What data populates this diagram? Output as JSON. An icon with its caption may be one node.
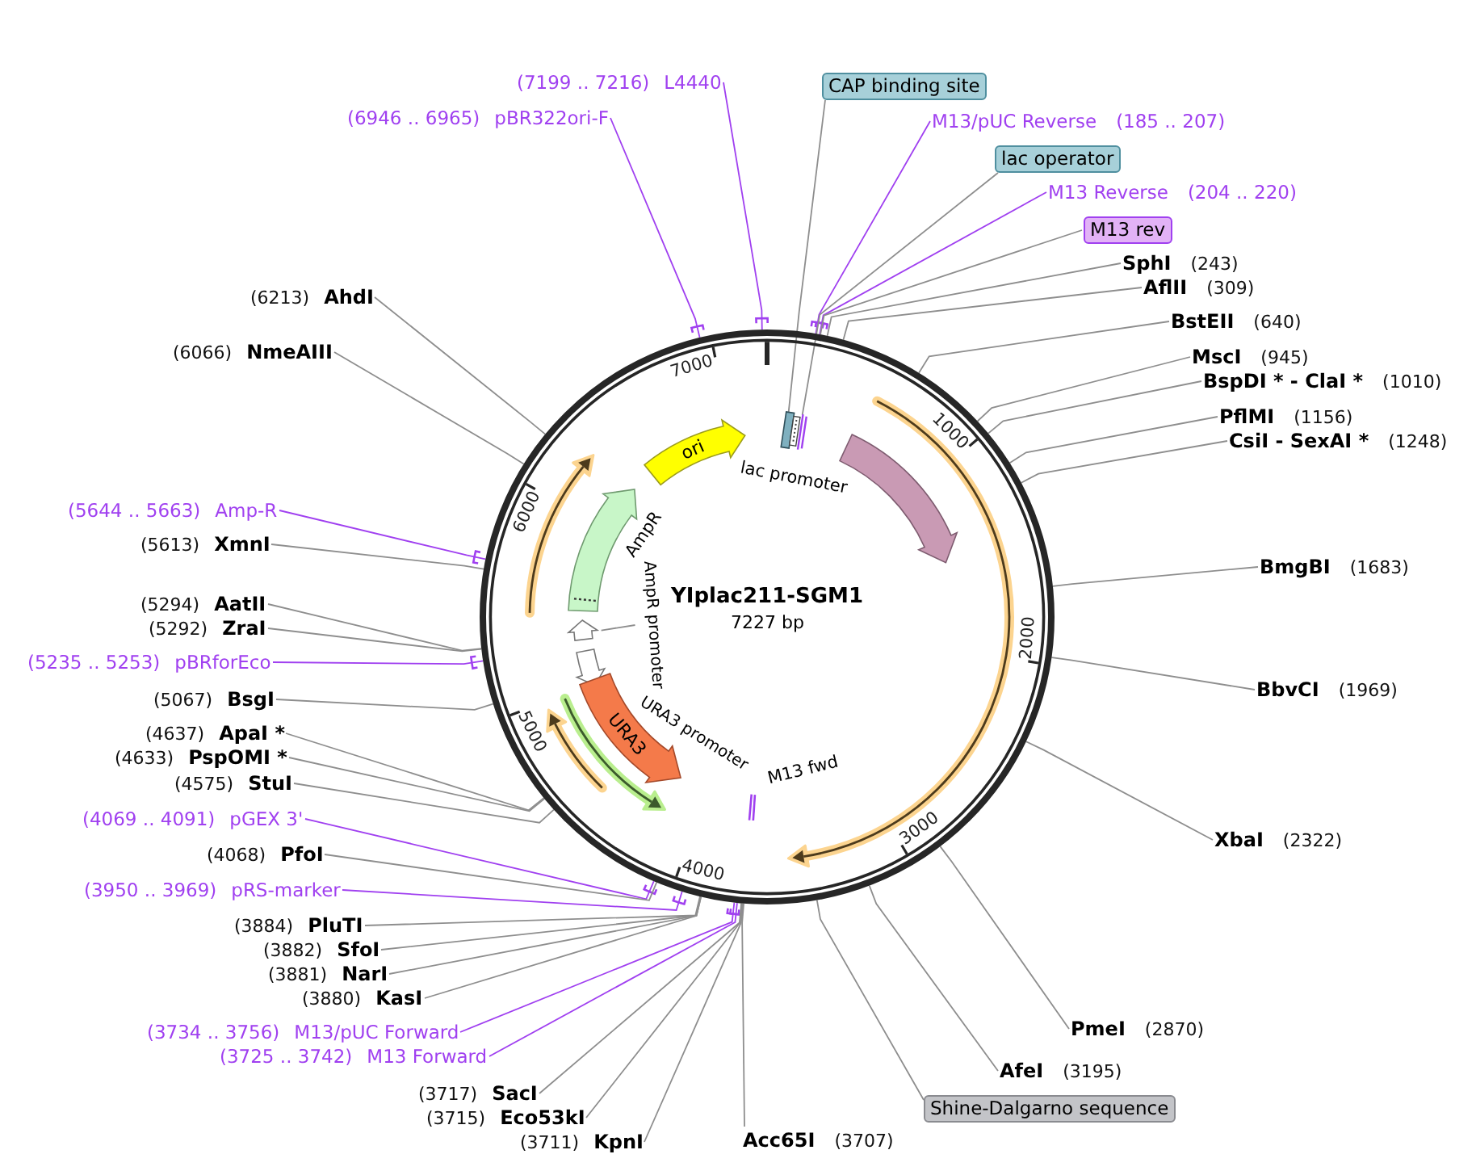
{
  "diagram": {
    "nodes": [
      {
        "text": [
          "YIplac211-SGM1",
          "7227 bp"
        ]
      },
      {
        "text": [
          "ori"
        ],
        "in": 0
      },
      {
        "text": [
          "lac promoter"
        ],
        "in": 0
      },
      {
        "text": [],
        "shape": "arrow",
        "in": 0
      },
      {
        "text": [
          "AmpR"
        ],
        "in": 0
      },
      {
        "text": [
          "AmpR promoter"
        ],
        "in": 0
      },
      {
        "text": [],
        "shape": "arrow",
        "in": 0
      },
      {
        "text": [
          "URA3 promoter"
        ],
        "in": 0
      },
      {
        "text": [
          "URA3"
        ],
        "in": 0
      },
      {
        "text": [
          "M13 fwd"
        ],
        "in": 0
      },
      {
        "text": [
          "(7199 .. 7216)",
          "L4440"
        ]
      },
      {
        "text": [
          "(6946 .. 6965)",
          "pBR322ori-F"
        ]
      },
      {
        "text": [
          "CAP binding site"
        ]
      },
      {
        "text": [
          "M13/pUC Reverse",
          "(185 .. 207)"
        ]
      },
      {
        "text": [
          "lac operator"
        ]
      },
      {
        "text": [
          "M13 Reverse",
          "(204 .. 220)"
        ]
      },
      {
        "text": [
          "M13 rev"
        ]
      },
      {
        "text": [
          "SphI",
          "(243)"
        ]
      },
      {
        "text": [
          "AflII",
          "(309)"
        ]
      },
      {
        "text": [
          "BstEII",
          "(640)"
        ]
      },
      {
        "text": [
          "MscI",
          "(945)"
        ]
      },
      {
        "text": [
          "BspDI * - ClaI *",
          "(1010)"
        ]
      },
      {
        "text": [
          "PflMI",
          "(1156)"
        ]
      },
      {
        "text": [
          "CsiI - SexAI *",
          "(1248)"
        ]
      },
      {
        "text": [
          "BmgBI",
          "(1683)"
        ]
      },
      {
        "text": [
          "BbvCI",
          "(1969)"
        ]
      },
      {
        "text": [
          "XbaI",
          "(2322)"
        ]
      },
      {
        "text": [
          "PmeI",
          "(2870)"
        ]
      },
      {
        "text": [
          "AfeI",
          "(3195)"
        ]
      },
      {
        "text": [
          "Shine-Dalgarno sequence"
        ]
      },
      {
        "text": [
          "Acc65I",
          "(3707)"
        ]
      },
      {
        "text": [
          "(6213)",
          "AhdI"
        ]
      },
      {
        "text": [
          "(6066)",
          "NmeAIII"
        ]
      },
      {
        "text": [
          "(5644 .. 5663)",
          "Amp-R"
        ]
      },
      {
        "text": [
          "(5613)",
          "XmnI"
        ]
      },
      {
        "text": [
          "(5294)",
          "AatII"
        ]
      },
      {
        "text": [
          "(5292)",
          "ZraI"
        ]
      },
      {
        "text": [
          "(5235 .. 5253)",
          "pBRforEco"
        ]
      },
      {
        "text": [
          "(5067)",
          "BsgI"
        ]
      },
      {
        "text": [
          "(4637)",
          "ApaI *"
        ]
      },
      {
        "text": [
          "(4633)",
          "PspOMI *"
        ]
      },
      {
        "text": [
          "(4575)",
          "StuI"
        ]
      },
      {
        "text": [
          "(4069 .. 4091)",
          "pGEX 3'"
        ]
      },
      {
        "text": [
          "(4068)",
          "PfoI"
        ]
      },
      {
        "text": [
          "(3950 .. 3969)",
          "pRS-marker"
        ]
      },
      {
        "text": [
          "(3884)",
          "PluTI"
        ]
      },
      {
        "text": [
          "(3882)",
          "SfoI"
        ]
      },
      {
        "text": [
          "(3881)",
          "NarI"
        ]
      },
      {
        "text": [
          "(3880)",
          "KasI"
        ]
      },
      {
        "text": [
          "(3734 .. 3756)",
          "M13/pUC Forward"
        ]
      },
      {
        "text": [
          "(3725 .. 3742)",
          "M13 Forward"
        ]
      },
      {
        "text": [
          "(3717)",
          "SacI"
        ]
      },
      {
        "text": [
          "(3715)",
          "Eco53kI"
        ]
      },
      {
        "text": [
          "(3711)",
          "KpnI"
        ]
      }
    ],
    "edges": [
      {
        "from": 5,
        "to": 6,
        "arrow": "none"
      },
      {
        "from": 10,
        "to": 0,
        "arrow": "none",
        "color": "#a040f0"
      },
      {
        "from": 11,
        "to": 0,
        "arrow": "none",
        "color": "#a040f0"
      },
      {
        "from": 12,
        "to": 2,
        "arrow": "none"
      },
      {
        "from": 13,
        "to": 0,
        "arrow": "none",
        "color": "#a040f0"
      },
      {
        "from": 14,
        "to": 2,
        "arrow": "none"
      },
      {
        "from": 15,
        "to": 0,
        "arrow": "none",
        "color": "#a040f0"
      },
      {
        "from": 16,
        "to": 0,
        "arrow": "none"
      },
      {
        "from": 17,
        "to": 0,
        "arrow": "none"
      },
      {
        "from": 18,
        "to": 0,
        "arrow": "none"
      },
      {
        "from": 19,
        "to": 0,
        "arrow": "none"
      },
      {
        "from": 20,
        "to": 0,
        "arrow": "none"
      },
      {
        "from": 21,
        "to": 0,
        "arrow": "none"
      },
      {
        "from": 22,
        "to": 0,
        "arrow": "none"
      },
      {
        "from": 23,
        "to": 0,
        "arrow": "none"
      },
      {
        "from": 24,
        "to": 0,
        "arrow": "none"
      },
      {
        "from": 25,
        "to": 0,
        "arrow": "none"
      },
      {
        "from": 26,
        "to": 0,
        "arrow": "none"
      },
      {
        "from": 27,
        "to": 0,
        "arrow": "none"
      },
      {
        "from": 28,
        "to": 0,
        "arrow": "none"
      },
      {
        "from": 29,
        "to": 0,
        "arrow": "none"
      },
      {
        "from": 30,
        "to": 0,
        "arrow": "none"
      },
      {
        "from": 31,
        "to": 0,
        "arrow": "none"
      },
      {
        "from": 32,
        "to": 0,
        "arrow": "none"
      },
      {
        "from": 33,
        "to": 0,
        "arrow": "none",
        "color": "#a040f0"
      },
      {
        "from": 34,
        "to": 0,
        "arrow": "none"
      },
      {
        "from": 35,
        "to": 0,
        "arrow": "none"
      },
      {
        "from": 36,
        "to": 0,
        "arrow": "none"
      },
      {
        "from": 37,
        "to": 0,
        "arrow": "none",
        "color": "#a040f0"
      },
      {
        "from": 38,
        "to": 0,
        "arrow": "none"
      },
      {
        "from": 39,
        "to": 0,
        "arrow": "none"
      },
      {
        "from": 40,
        "to": 0,
        "arrow": "none"
      },
      {
        "from": 41,
        "to": 0,
        "arrow": "none"
      },
      {
        "from": 42,
        "to": 0,
        "arrow": "none",
        "color": "#a040f0"
      },
      {
        "from": 43,
        "to": 0,
        "arrow": "none"
      },
      {
        "from": 44,
        "to": 0,
        "arrow": "none",
        "color": "#a040f0"
      },
      {
        "from": 45,
        "to": 0,
        "arrow": "none"
      },
      {
        "from": 46,
        "to": 0,
        "arrow": "none"
      },
      {
        "from": 47,
        "to": 0,
        "arrow": "none"
      },
      {
        "from": 48,
        "to": 0,
        "arrow": "none"
      },
      {
        "from": 49,
        "to": 0,
        "arrow": "none",
        "color": "#a040f0"
      },
      {
        "from": 50,
        "to": 0,
        "arrow": "none",
        "color": "#a040f0"
      },
      {
        "from": 51,
        "to": 0,
        "arrow": "none"
      },
      {
        "from": 52,
        "to": 0,
        "arrow": "none"
      },
      {
        "from": 53,
        "to": 0,
        "arrow": "none"
      }
    ],
    "labels": [
      "1000",
      "2000",
      "3000",
      "4000",
      "5000",
      "6000",
      "7000"
    ]
  }
}
